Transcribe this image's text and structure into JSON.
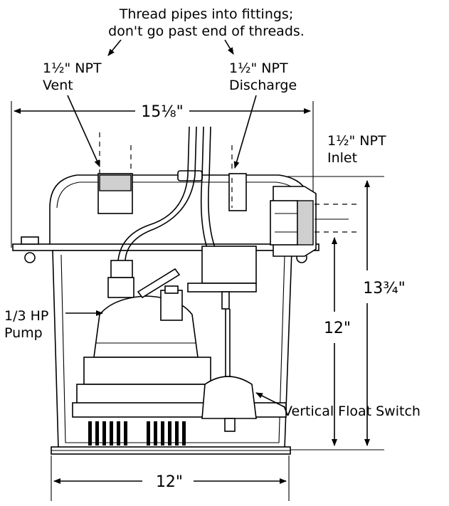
{
  "notes": {
    "thread_line1": "Thread pipes into fittings;",
    "thread_line2": "don't go past end of threads."
  },
  "labels": {
    "vent_size": "1½\" NPT",
    "vent_name": "Vent",
    "discharge_size": "1½\" NPT",
    "discharge_name": "Discharge",
    "inlet_size": "1½\" NPT",
    "inlet_name": "Inlet",
    "pump_line1": "1/3 HP",
    "pump_line2": "Pump",
    "float_switch": "Vertical Float Switch"
  },
  "dimensions": {
    "width_top": "15⅛\"",
    "width_bottom": "12\"",
    "height_total": "13¾\"",
    "height_inlet": "12\""
  }
}
